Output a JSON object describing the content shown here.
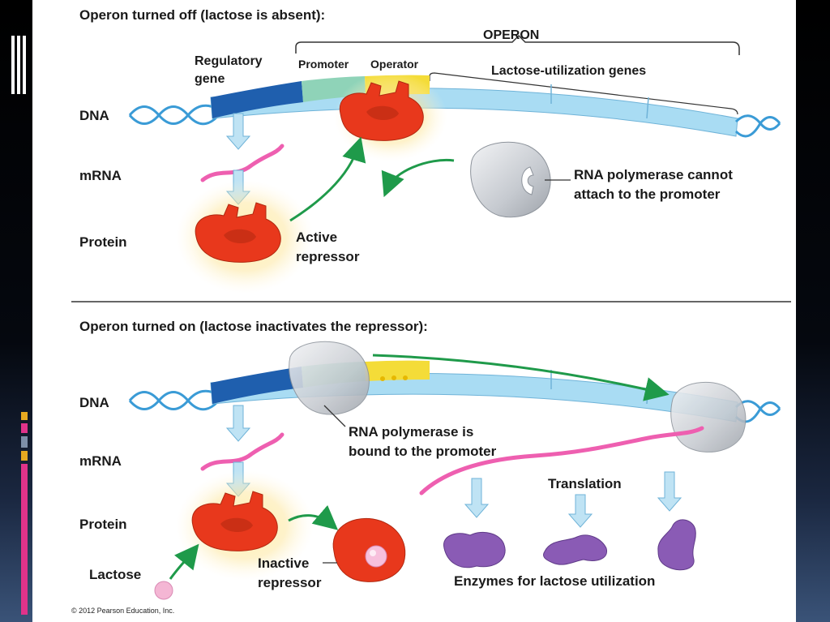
{
  "panel_off": {
    "title": "Operon turned off (lactose is absent):",
    "operon_label": "OPERON",
    "regulatory_gene": [
      "Regulatory",
      "gene"
    ],
    "promoter": "Promoter",
    "operator": "Operator",
    "lactose_genes": "Lactose-utilization genes",
    "dna": "DNA",
    "mrna": "mRNA",
    "protein": "Protein",
    "active_repressor": [
      "Active",
      "repressor"
    ],
    "rna_pol_cannot": [
      "RNA polymerase cannot",
      "attach to the promoter"
    ]
  },
  "panel_on": {
    "title": "Operon turned on (lactose inactivates the repressor):",
    "dna": "DNA",
    "mrna": "mRNA",
    "protein": "Protein",
    "lactose": "Lactose",
    "inactive_repressor": [
      "Inactive",
      "repressor"
    ],
    "rna_pol_bound": [
      "RNA polymerase is",
      "bound to the promoter"
    ],
    "translation": "Translation",
    "enzymes": "Enzymes for lactose utilization"
  },
  "copyright": "© 2012 Pearson Education, Inc.",
  "colors": {
    "regulatory_gene": "#1f5fae",
    "promoter": "#8fd3b8",
    "operator": "#f4dc38",
    "genes": "#a9dcf3",
    "repressor": "#e8381c",
    "mrna": "#ee5fb0",
    "enzyme": "#8a5bb5",
    "arrow_green": "#1f9a4a",
    "polymerase": "#c9cdd2",
    "accent_pink": "#e0338a",
    "accent_gold": "#e6a820"
  }
}
